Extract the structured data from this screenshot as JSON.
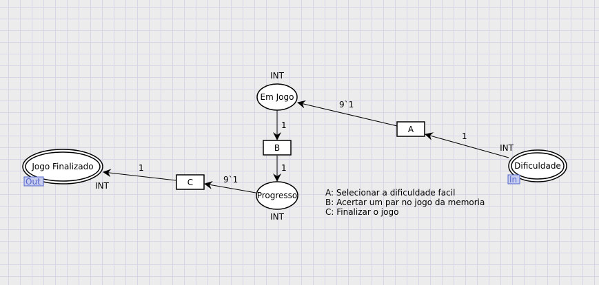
{
  "places": {
    "em_jogo": {
      "name": "Em Jogo",
      "type": "INT"
    },
    "progresso": {
      "name": "Progresso",
      "type": "INT"
    },
    "dificuldade": {
      "name": "Dificuldade",
      "type": "INT",
      "port": "In"
    },
    "jogo_finalizado": {
      "name": "Jogo Finalizado",
      "type": "INT",
      "port": "Out"
    }
  },
  "transitions": {
    "a": {
      "name": "A"
    },
    "b": {
      "name": "B"
    },
    "c": {
      "name": "C"
    }
  },
  "arcs": {
    "dificuldade_to_a": "1",
    "a_to_em_jogo": "9`1",
    "em_jogo_to_b": "1",
    "b_to_progresso": "1",
    "progresso_to_c": "9`1",
    "c_to_jogo_finalizado": "1"
  },
  "legend": [
    "A: Selecionar a dificuldade facil",
    "B: Acertar um par no jogo da memoria",
    "C: Finalizar o jogo"
  ],
  "colors": {
    "background": "#ececec",
    "grid": "#d6d6e6",
    "port": "#5566cc",
    "port_fill": "#c8cdf0"
  }
}
